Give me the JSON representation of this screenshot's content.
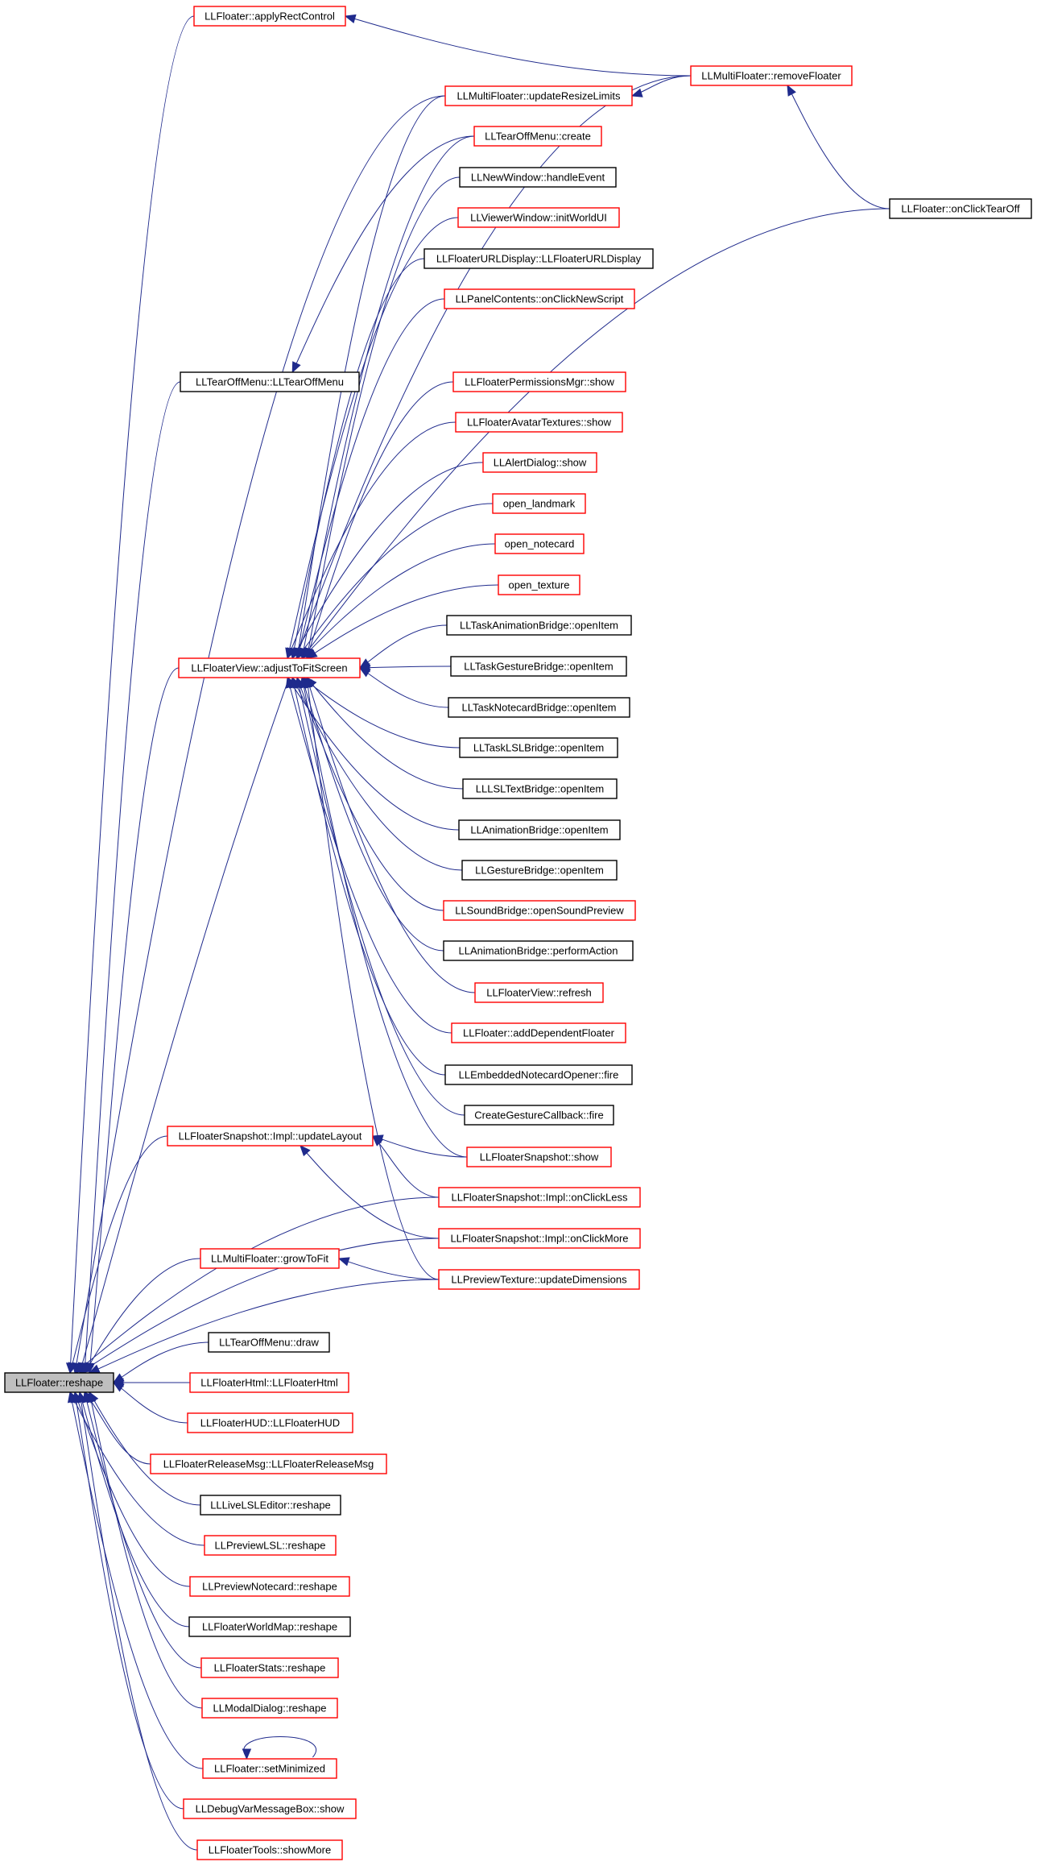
{
  "colors": {
    "border_documented": "#ff0000",
    "border_plain": "#000000",
    "root_fill": "#bfbfbf",
    "edge": "#1f2a8c"
  },
  "nodes": [
    {
      "id": "reshape",
      "label": "LLFloater::reshape",
      "style": "root"
    },
    {
      "id": "applyRectControl",
      "label": "LLFloater::applyRectControl",
      "style": "red"
    },
    {
      "id": "removeFloater",
      "label": "LLMultiFloater::removeFloater",
      "style": "red"
    },
    {
      "id": "updateResizeLimits",
      "label": "LLMultiFloater::updateResizeLimits",
      "style": "red"
    },
    {
      "id": "tearoffCreate",
      "label": "LLTearOffMenu::create",
      "style": "red"
    },
    {
      "id": "newWindowHandle",
      "label": "LLNewWindow::handleEvent",
      "style": "black"
    },
    {
      "id": "initWorldUI",
      "label": "LLViewerWindow::initWorldUI",
      "style": "red"
    },
    {
      "id": "onClickTearOff",
      "label": "LLFloater::onClickTearOff",
      "style": "black"
    },
    {
      "id": "urlDisplay",
      "label": "LLFloaterURLDisplay::LLFloaterURLDisplay",
      "style": "black"
    },
    {
      "id": "newScript",
      "label": "LLPanelContents::onClickNewScript",
      "style": "red"
    },
    {
      "id": "tearoffCtor",
      "label": "LLTearOffMenu::LLTearOffMenu",
      "style": "black"
    },
    {
      "id": "permMgrShow",
      "label": "LLFloaterPermissionsMgr::show",
      "style": "red"
    },
    {
      "id": "avatarTexShow",
      "label": "LLFloaterAvatarTextures::show",
      "style": "red"
    },
    {
      "id": "alertShow",
      "label": "LLAlertDialog::show",
      "style": "red"
    },
    {
      "id": "openLandmark",
      "label": "open_landmark",
      "style": "red"
    },
    {
      "id": "openNotecard",
      "label": "open_notecard",
      "style": "red"
    },
    {
      "id": "openTexture",
      "label": "open_texture",
      "style": "red"
    },
    {
      "id": "taskAnimOpen",
      "label": "LLTaskAnimationBridge::openItem",
      "style": "black"
    },
    {
      "id": "adjustToFit",
      "label": "LLFloaterView::adjustToFitScreen",
      "style": "red"
    },
    {
      "id": "taskGestOpen",
      "label": "LLTaskGestureBridge::openItem",
      "style": "black"
    },
    {
      "id": "taskNoteOpen",
      "label": "LLTaskNotecardBridge::openItem",
      "style": "black"
    },
    {
      "id": "taskLslOpen",
      "label": "LLTaskLSLBridge::openItem",
      "style": "black"
    },
    {
      "id": "lslTextOpen",
      "label": "LLLSLTextBridge::openItem",
      "style": "black"
    },
    {
      "id": "animOpen",
      "label": "LLAnimationBridge::openItem",
      "style": "black"
    },
    {
      "id": "gestOpen",
      "label": "LLGestureBridge::openItem",
      "style": "black"
    },
    {
      "id": "soundPreview",
      "label": "LLSoundBridge::openSoundPreview",
      "style": "red"
    },
    {
      "id": "animPerform",
      "label": "LLAnimationBridge::performAction",
      "style": "black"
    },
    {
      "id": "viewRefresh",
      "label": "LLFloaterView::refresh",
      "style": "red"
    },
    {
      "id": "addDependent",
      "label": "LLFloater::addDependentFloater",
      "style": "red"
    },
    {
      "id": "embeddedFire",
      "label": "LLEmbeddedNotecardOpener::fire",
      "style": "black"
    },
    {
      "id": "gestureCbFire",
      "label": "CreateGestureCallback::fire",
      "style": "black"
    },
    {
      "id": "snapUpdateLayout",
      "label": "LLFloaterSnapshot::Impl::updateLayout",
      "style": "red"
    },
    {
      "id": "snapShow",
      "label": "LLFloaterSnapshot::show",
      "style": "red"
    },
    {
      "id": "snapLess",
      "label": "LLFloaterSnapshot::Impl::onClickLess",
      "style": "red"
    },
    {
      "id": "snapMore",
      "label": "LLFloaterSnapshot::Impl::onClickMore",
      "style": "red"
    },
    {
      "id": "growToFit",
      "label": "LLMultiFloater::growToFit",
      "style": "red"
    },
    {
      "id": "previewTexDims",
      "label": "LLPreviewTexture::updateDimensions",
      "style": "red"
    },
    {
      "id": "tearoffDraw",
      "label": "LLTearOffMenu::draw",
      "style": "black"
    },
    {
      "id": "htmlCtor",
      "label": "LLFloaterHtml::LLFloaterHtml",
      "style": "red"
    },
    {
      "id": "hudCtor",
      "label": "LLFloaterHUD::LLFloaterHUD",
      "style": "red"
    },
    {
      "id": "releaseMsgCtor",
      "label": "LLFloaterReleaseMsg::LLFloaterReleaseMsg",
      "style": "red"
    },
    {
      "id": "liveLslReshape",
      "label": "LLLiveLSLEditor::reshape",
      "style": "black"
    },
    {
      "id": "previewLslReshape",
      "label": "LLPreviewLSL::reshape",
      "style": "red"
    },
    {
      "id": "previewNoteReshape",
      "label": "LLPreviewNotecard::reshape",
      "style": "red"
    },
    {
      "id": "worldMapReshape",
      "label": "LLFloaterWorldMap::reshape",
      "style": "black"
    },
    {
      "id": "statsReshape",
      "label": "LLFloaterStats::reshape",
      "style": "red"
    },
    {
      "id": "modalReshape",
      "label": "LLModalDialog::reshape",
      "style": "red"
    },
    {
      "id": "setMinimized",
      "label": "LLFloater::setMinimized",
      "style": "red"
    },
    {
      "id": "debugVarShow",
      "label": "LLDebugVarMessageBox::show",
      "style": "red"
    },
    {
      "id": "toolsShowMore",
      "label": "LLFloaterTools::showMore",
      "style": "red"
    }
  ],
  "edges": [
    {
      "from": "applyRectControl",
      "to": "reshape"
    },
    {
      "from": "updateResizeLimits",
      "to": "reshape"
    },
    {
      "from": "removeFloater",
      "to": "reshape"
    },
    {
      "from": "tearoffCtor",
      "to": "reshape"
    },
    {
      "from": "adjustToFit",
      "to": "reshape"
    },
    {
      "from": "snapUpdateLayout",
      "to": "reshape"
    },
    {
      "from": "snapLess",
      "to": "reshape"
    },
    {
      "from": "snapMore",
      "to": "reshape"
    },
    {
      "from": "growToFit",
      "to": "reshape"
    },
    {
      "from": "previewTexDims",
      "to": "reshape"
    },
    {
      "from": "tearoffDraw",
      "to": "reshape"
    },
    {
      "from": "htmlCtor",
      "to": "reshape"
    },
    {
      "from": "hudCtor",
      "to": "reshape"
    },
    {
      "from": "releaseMsgCtor",
      "to": "reshape"
    },
    {
      "from": "liveLslReshape",
      "to": "reshape"
    },
    {
      "from": "previewLslReshape",
      "to": "reshape"
    },
    {
      "from": "previewNoteReshape",
      "to": "reshape"
    },
    {
      "from": "worldMapReshape",
      "to": "reshape"
    },
    {
      "from": "statsReshape",
      "to": "reshape"
    },
    {
      "from": "modalReshape",
      "to": "reshape"
    },
    {
      "from": "setMinimized",
      "to": "reshape"
    },
    {
      "from": "debugVarShow",
      "to": "reshape"
    },
    {
      "from": "toolsShowMore",
      "to": "reshape"
    },
    {
      "from": "removeFloater",
      "to": "applyRectControl"
    },
    {
      "from": "removeFloater",
      "to": "updateResizeLimits"
    },
    {
      "from": "onClickTearOff",
      "to": "removeFloater"
    },
    {
      "from": "tearoffCreate",
      "to": "tearoffCtor"
    },
    {
      "from": "updateResizeLimits",
      "to": "adjustToFit"
    },
    {
      "from": "tearoffCreate",
      "to": "adjustToFit"
    },
    {
      "from": "newWindowHandle",
      "to": "adjustToFit"
    },
    {
      "from": "initWorldUI",
      "to": "adjustToFit"
    },
    {
      "from": "urlDisplay",
      "to": "adjustToFit"
    },
    {
      "from": "newScript",
      "to": "adjustToFit"
    },
    {
      "from": "onClickTearOff",
      "to": "adjustToFit"
    },
    {
      "from": "permMgrShow",
      "to": "adjustToFit"
    },
    {
      "from": "avatarTexShow",
      "to": "adjustToFit"
    },
    {
      "from": "alertShow",
      "to": "adjustToFit"
    },
    {
      "from": "openLandmark",
      "to": "adjustToFit"
    },
    {
      "from": "openNotecard",
      "to": "adjustToFit"
    },
    {
      "from": "openTexture",
      "to": "adjustToFit"
    },
    {
      "from": "taskAnimOpen",
      "to": "adjustToFit"
    },
    {
      "from": "taskGestOpen",
      "to": "adjustToFit"
    },
    {
      "from": "taskNoteOpen",
      "to": "adjustToFit"
    },
    {
      "from": "taskLslOpen",
      "to": "adjustToFit"
    },
    {
      "from": "lslTextOpen",
      "to": "adjustToFit"
    },
    {
      "from": "animOpen",
      "to": "adjustToFit"
    },
    {
      "from": "gestOpen",
      "to": "adjustToFit"
    },
    {
      "from": "soundPreview",
      "to": "adjustToFit"
    },
    {
      "from": "animPerform",
      "to": "adjustToFit"
    },
    {
      "from": "viewRefresh",
      "to": "adjustToFit"
    },
    {
      "from": "addDependent",
      "to": "adjustToFit"
    },
    {
      "from": "embeddedFire",
      "to": "adjustToFit"
    },
    {
      "from": "gestureCbFire",
      "to": "adjustToFit"
    },
    {
      "from": "snapShow",
      "to": "adjustToFit"
    },
    {
      "from": "previewTexDims",
      "to": "adjustToFit"
    },
    {
      "from": "snapShow",
      "to": "snapUpdateLayout"
    },
    {
      "from": "snapLess",
      "to": "snapUpdateLayout"
    },
    {
      "from": "snapMore",
      "to": "snapUpdateLayout"
    },
    {
      "from": "previewTexDims",
      "to": "growToFit"
    },
    {
      "from": "setMinimized",
      "to": "setMinimized"
    }
  ]
}
